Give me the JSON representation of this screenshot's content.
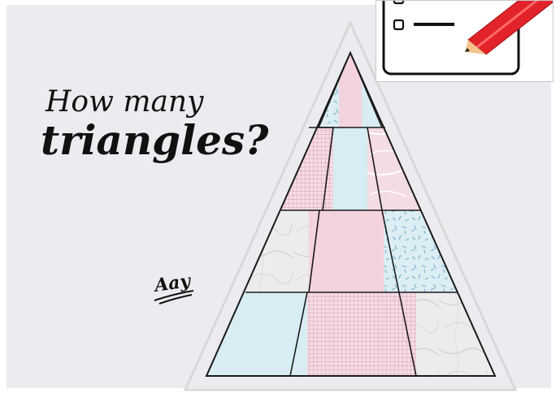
{
  "headline": {
    "line1": "How many",
    "line2": "triangles?"
  },
  "signature": "Aay",
  "colors": {
    "background": "#ecebf0",
    "light_blue": "#d7ecf3",
    "pink": "#f3d3dd",
    "grid_pink": "#e6a9bd",
    "marble_grey": "#e9e9e9",
    "outline": "#1a1a1a"
  },
  "icons": {
    "checklist": "checklist-icon",
    "pencil": "pencil-icon"
  }
}
